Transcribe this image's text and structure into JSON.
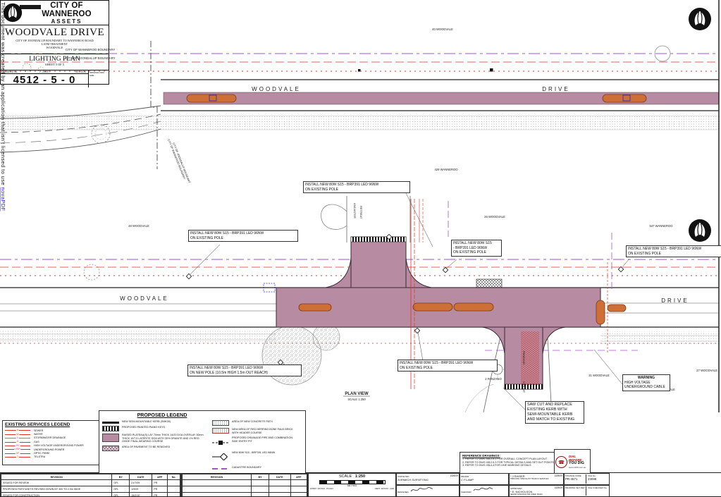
{
  "watermark": {
    "text": "This document was created by an application that isn't licensed to use ",
    "link": "novaPDF"
  },
  "colors": {
    "plateau_pink": "#b78ba1",
    "island_orange": "#cf6f38",
    "service_red": "#e03229",
    "cadastre_purple": "#a653cc",
    "symbol_blue": "#2233cc"
  },
  "plan": {
    "boundary": {
      "wanneroo": "CITY OF WANNEROO BOUNDARY",
      "joondalup": "CITY OF JOONDALUP BOUNDARY"
    },
    "roads": {
      "top1": "WOODVALE",
      "top2": "DRIVE",
      "bottom1": "WOODVALE",
      "bottom2": "DRIVE"
    },
    "streets": {
      "ancaster1": "ANCASTER",
      "ancaster2": "RETREAT",
      "panzano1": "PANZANO",
      "panzano2": "CIRCUIT"
    },
    "lots": [
      "40 WOODVALE",
      "429 WANNEROO",
      "48 WOODVALE",
      "26 WOODVALE",
      "547 WANNEROO",
      "31 WOODVALE",
      "27 WOODVALE",
      "29 WOODVALE",
      "2 PANZANO"
    ],
    "plan_view": {
      "title": "PLAN VIEW",
      "scale": "SCALE 1:250"
    },
    "callouts": [
      {
        "lines": [
          "INSTALL NEW 80W S15 - BRP391 LED 96NW",
          "ON EXISTING POLE"
        ]
      },
      {
        "lines": [
          "INSTALL NEW 80W S15 - BRP391 LED 96NW",
          "ON EXISTING POLE"
        ]
      },
      {
        "lines": [
          "INSTALL NEW 80W S15",
          "- BRP391 LED 96NW",
          "ON EXISTING POLE"
        ]
      },
      {
        "lines": [
          "INSTALL NEW 80W S15 - BRP391 LED 96NW",
          "ON EXISTING POLE"
        ]
      },
      {
        "lines": [
          "INSTALL NEW 80W S15 - BRP391 LED 96NW",
          "ON NEW POLE (10.5m HIGH 1.5m OUT REACH)"
        ]
      },
      {
        "lines": [
          "INSTALL NEW 80W S15 - BRP391 LED 96NW",
          "ON EXISTING POLE"
        ]
      },
      {
        "lines": [
          "WARNING",
          "HIGH VOLTAGE",
          "UNDERGROUND CABLE"
        ]
      },
      {
        "lines": [
          "SAW CUT AND REPLACE",
          "EXISTING KERB WITH",
          "SEMI-MOUNTABLE KERB",
          "AND MATCH TO EXISTING"
        ]
      }
    ]
  },
  "legends": {
    "existing": {
      "title": "EXISTING SERVICES LEGEND",
      "items": [
        {
          "code": "S",
          "label": "SEWER"
        },
        {
          "code": "W",
          "label": "WATER"
        },
        {
          "code": "D",
          "label": "STORMWATER DRAINAGE"
        },
        {
          "code": "G",
          "label": "GAS"
        },
        {
          "code": "HV",
          "label": "HIGH VOLTAGE UNDERGROUND POWER"
        },
        {
          "code": "UGP",
          "label": "UNDERGROUND POWER"
        },
        {
          "code": "OF",
          "label": "OPTIC FIBRE"
        },
        {
          "code": "T",
          "label": "TELSTRA"
        }
      ]
    },
    "proposed": {
      "title": "PROPOSED LEGEND",
      "left": [
        {
          "label": "NEW SEMI-MOUNTABLE KERB (SMK30)"
        },
        {
          "label": "PROPOSED PAINTED PIANO KEYS"
        },
        {
          "label": "RAISED PLATEAU(S) LAY 70mm THICK 14/20 DGA OVERLAY 30mm THICK 10/7.5 LATERITE DGA WITH 30% GRANITE AND 1% RED OXIDE FINAL WEARING COURSE"
        },
        {
          "label": "AREA OF PAVEMENT TO BE REMOVED"
        }
      ],
      "right": [
        {
          "label": "AREA OF NEW CONCRETE PATH"
        },
        {
          "label": "NEW AREA OF RED HERRING BONE FAUX BRICK WITH HEADER COURSE"
        },
        {
          "label": "PROPOSED DRAINAGE PIPE AND COMBINATION SIDE ENTRY PIT"
        },
        {
          "label": "NEW 80W S15 - BRP391 LED 96NW"
        },
        {
          "label": "CADASTRE BOUNDARY"
        }
      ]
    }
  },
  "reference_drawings": {
    "title": "REFERENCE DRAWINGS:",
    "items": [
      "1. REFER TO DWG 4512-5-1 FOR OVERALL CONCEPT PLAN LAYOUT",
      "2. REFER TO DWG 4512-5-3 FOR TYPICAL DETAILS AND SET OUT POINTS",
      "3. REFER TO DWG 4514-4 FOR LINE MARKING DETAILS"
    ]
  },
  "dial_before_you_dig": {
    "line1": "DIAL BEFORE",
    "line2": "YOU DIG",
    "line3": "www.1100.com.au"
  },
  "title_block": {
    "org_line1": "CITY OF WANNEROO",
    "org_line2": "ASSETS",
    "project": "WOODVALE DRIVE",
    "sub1": "CITY OF JOONDALUP BOUNDARY TO WANNEROO ROAD",
    "sub2": "LATM TREATMENT",
    "sub3": "WOODVALE",
    "sheet_title": "LIGHTING PLAN",
    "sheet_of": "SHEET 5 OF 5",
    "col_drawing_no": "DRAWING No.",
    "col_sheet": "SHEET",
    "col_revision": "REVISION",
    "col_orig": "ORIGINAL DRG. SIZE",
    "drawing_number": "4512 - 5 - 0"
  },
  "revision_table": {
    "headers": {
      "revision": "REVISION",
      "by": "BY",
      "date": "DATE",
      "app": "APP",
      "no": "No."
    },
    "rows": [
      {
        "revision": "ISSUED FOR REVIEW",
        "by": "GFL",
        "date": "21/7/09",
        "app": "PR",
        "no": ""
      },
      {
        "revision": "PROPOSED PATH WIDTH REVISED DOWN BY 300 TO 2.0m WIDE",
        "by": "GFL",
        "date": "1/9/09",
        "app": "PR",
        "no": ""
      },
      {
        "revision": "ISSUED FOR CONSTRUCTION",
        "by": "GFL",
        "date": "15/2/10",
        "app": "PR",
        "no": ""
      }
    ]
  },
  "scale_block": {
    "label": "SCALE",
    "ratio": "1:250",
    "units": "METRES",
    "datum_h": "HORIZ. DATUM : PCG94",
    "datum_v": "VERT. DATUM : AHD"
  },
  "signoff": {
    "surveyed_label": "SURVEYED",
    "surveyed_value": "JURIMICH SURVEYING",
    "surveyed_date": "15/6/09",
    "designed_label": "DESIGNED",
    "drawn_label": "DRAWN",
    "drawn_value": "C.F.LAMP",
    "checked_label": "CHECKED",
    "recommended_value": "* J.SHISER",
    "recommended_role": "PRINCIPAL SPECIALIST TRAFFIC SERVICES",
    "recommended_date": "15/5/09",
    "approved_label": "APPROVED",
    "approved_value": "* E. NICHOLSON",
    "approved_role": "SENIOR CONSTRUCTOR (OPER. ROAD)",
    "approved_date": "15/5/09",
    "finance_code_label": "FINANCE CODE",
    "finance_code_value": "PR-4571",
    "file_no_label": "FILE No.",
    "file_no_value": "23098",
    "set_ref_label": "DRAWING SET REF",
    "file_checked_label": "FILE CHECKED No."
  }
}
